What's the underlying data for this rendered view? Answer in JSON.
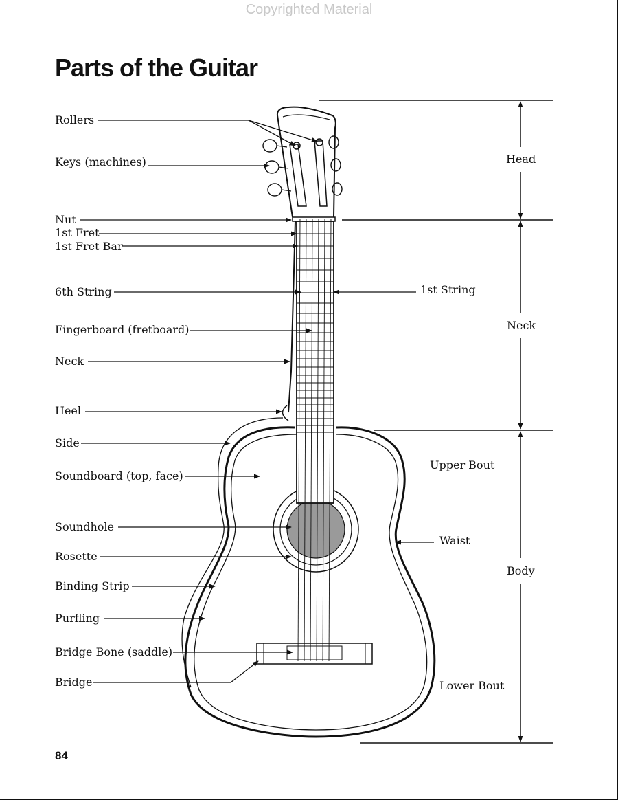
{
  "watermark": "Copyrighted Material",
  "title": "Parts of the Guitar",
  "page_number": "84",
  "labels": {
    "rollers": "Rollers",
    "keys": "Keys (machines)",
    "nut": "Nut",
    "first_fret": "1st Fret",
    "first_fret_bar": "1st Fret Bar",
    "sixth_string": "6th String",
    "fingerboard": "Fingerboard (fretboard)",
    "neck_left": "Neck",
    "heel": "Heel",
    "side": "Side",
    "soundboard": "Soundboard (top, face)",
    "soundhole": "Soundhole",
    "rosette": "Rosette",
    "binding_strip": "Binding Strip",
    "purfling": "Purfling",
    "bridge_bone": "Bridge Bone (saddle)",
    "bridge": "Bridge",
    "first_string": "1st String",
    "waist": "Waist",
    "upper_bout": "Upper Bout",
    "lower_bout": "Lower Bout",
    "head": "Head",
    "neck_right": "Neck",
    "body": "Body"
  }
}
